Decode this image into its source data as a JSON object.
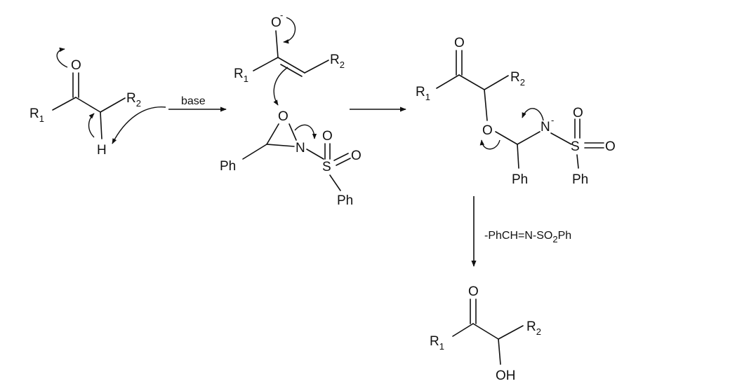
{
  "title": "",
  "labels": {
    "O": "O",
    "N": "N",
    "S": "S",
    "H": "H",
    "R": "R",
    "Ph": "Ph",
    "OH": "OH",
    "sub1": "1",
    "sub2": "2",
    "minus": "-"
  },
  "conditions": {
    "base": "base",
    "elimination": "-PhCH=N-SO",
    "elimination_sub": "2",
    "elimination_tail": "Ph"
  },
  "colors": {
    "ink": "#111111",
    "background": "#ffffff"
  }
}
